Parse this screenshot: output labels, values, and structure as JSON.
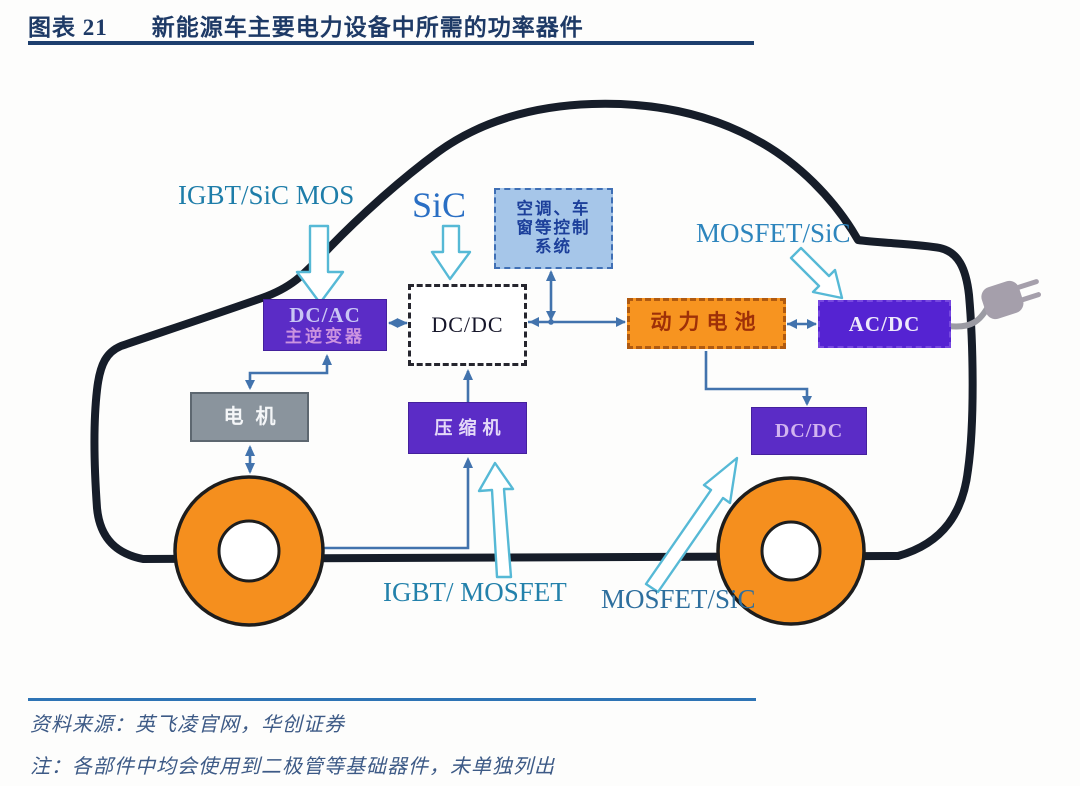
{
  "header": {
    "figure_label": "图表 21",
    "title": "新能源车主要电力设备中所需的功率器件"
  },
  "diagram": {
    "annotations": {
      "igbt_sic_mos": "IGBT/SiC MOS",
      "sic": "SiC",
      "mosfet_sic_top": "MOSFET/SiC",
      "igbt_mosfet": "IGBT/ MOSFET",
      "mosfet_sic_bottom": "MOSFET/SiC"
    },
    "nodes": {
      "inverter": {
        "title": "DC/AC",
        "subtitle": "主逆变器"
      },
      "dcdc_center": "DC/DC",
      "hvac_control": {
        "line1": "空调、车",
        "line2": "窗等控制",
        "line3": "系统"
      },
      "battery": "动力电池",
      "acdc": "AC/DC",
      "motor": "电机",
      "compressor": "压缩机",
      "dcdc_rear": "DC/DC"
    },
    "icons": {
      "charging_plug": "charging-plug"
    },
    "colors": {
      "purple_box": "#5b2cc6",
      "orange_box": "#f79420",
      "gray_box": "#8a949d",
      "light_blue_box": "#a6c6e9",
      "connector_blue": "#4273ad",
      "cyan_arrow_outline": "#56b9d6",
      "teal_label": "#2381ab",
      "title_navy": "#1e3a66",
      "car_outline": "#161d29",
      "wheel_orange": "#f58f1e"
    }
  },
  "footer": {
    "source": "资料来源：英飞凌官网，华创证券",
    "note": "注：各部件中均会使用到二极管等基础器件，未单独列出"
  }
}
